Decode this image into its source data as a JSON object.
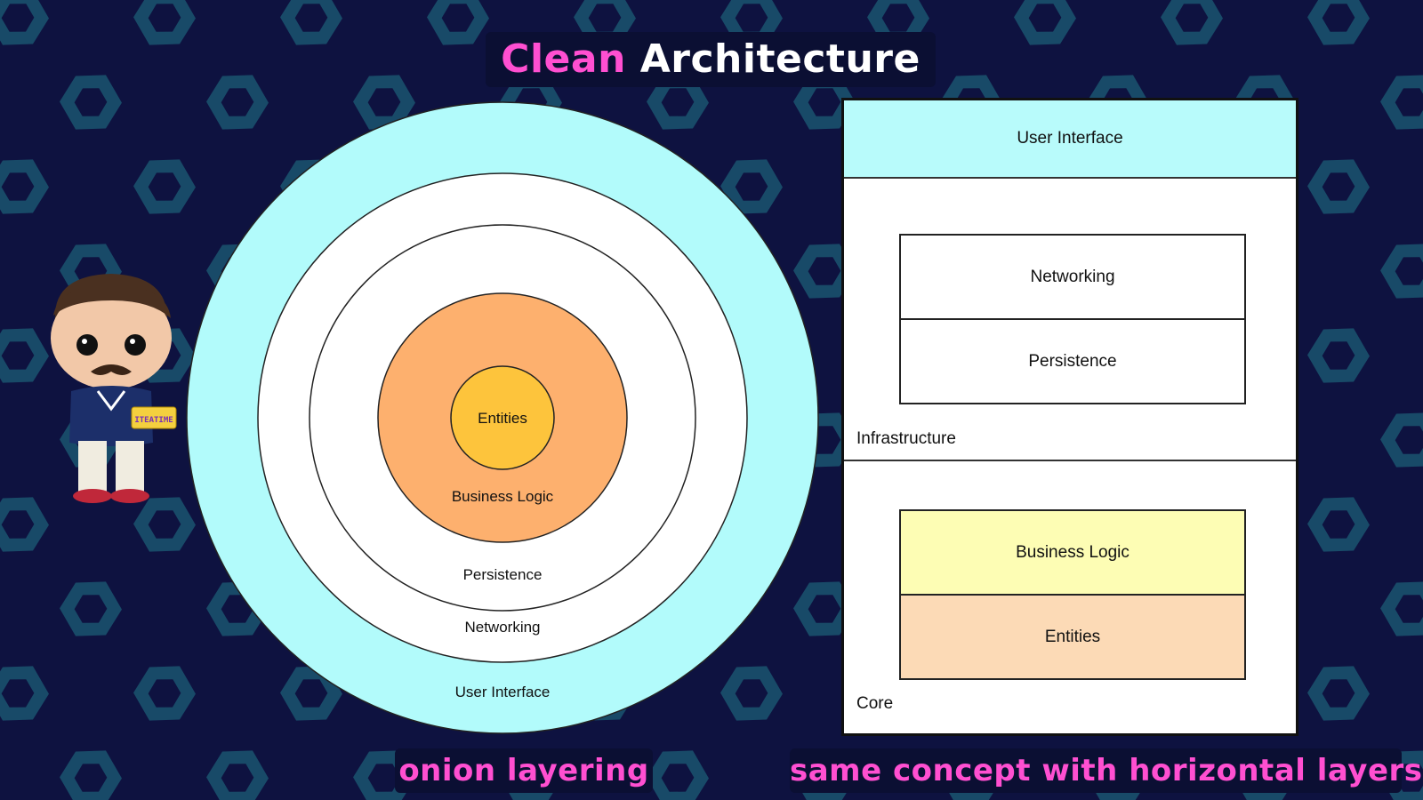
{
  "title": {
    "part1": "Clean",
    "part2": "Architecture"
  },
  "onion": {
    "rings": [
      {
        "name": "User Interface",
        "color": "#b2fbfb"
      },
      {
        "name": "Networking",
        "color": "#ffffff"
      },
      {
        "name": "Persistence",
        "color": "#ffffff"
      },
      {
        "name": "Business Logic",
        "color": "#fdb06e"
      },
      {
        "name": "Entities",
        "color": "#fdc43c"
      }
    ]
  },
  "layers": {
    "ui": {
      "label": "User Interface",
      "color": "#b8fbfb"
    },
    "infrastructure": {
      "label": "Infrastructure",
      "boxes": [
        {
          "label": "Networking",
          "color": "#ffffff"
        },
        {
          "label": "Persistence",
          "color": "#ffffff"
        }
      ]
    },
    "core": {
      "label": "Core",
      "boxes": [
        {
          "label": "Business Logic",
          "color": "#fdfdb4"
        },
        {
          "label": "Entities",
          "color": "#fcdab6"
        }
      ]
    }
  },
  "captions": {
    "left": "onion layering",
    "right": "same concept with horizontal layers"
  },
  "mascot": {
    "badge": "ITEATIME"
  },
  "theme": {
    "background": "#0e1240",
    "pattern": "#1c5d75",
    "accent": "#ff4fd1"
  }
}
